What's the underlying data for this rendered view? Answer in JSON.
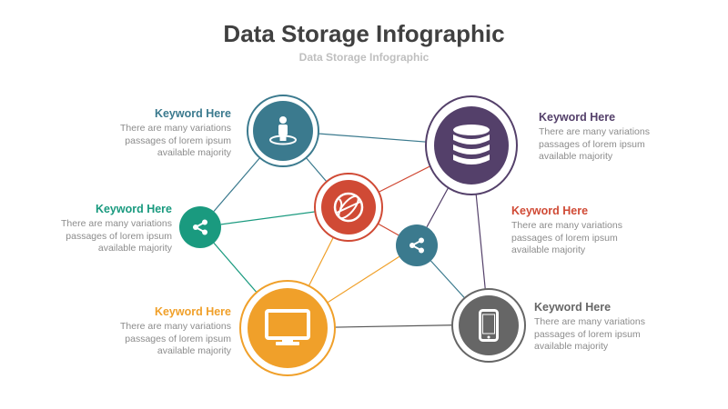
{
  "title": "Data Storage Infographic",
  "subtitle": "Data Storage Infographic",
  "colors": {
    "teal": "#3b7a8e",
    "green": "#1a9a7f",
    "orange": "#f0a02a",
    "purple": "#54406a",
    "red": "#d04a35",
    "gray": "#666666",
    "blue": "#3b7a8e"
  },
  "nodes": [
    {
      "id": "user",
      "icon": "user-icon",
      "color": "teal"
    },
    {
      "id": "share-left",
      "icon": "share-icon",
      "color": "green"
    },
    {
      "id": "monitor",
      "icon": "monitor-icon",
      "color": "orange"
    },
    {
      "id": "database",
      "icon": "database-icon",
      "color": "purple"
    },
    {
      "id": "globe",
      "icon": "globe-icon",
      "color": "red"
    },
    {
      "id": "share-center",
      "icon": "share-icon",
      "color": "blue"
    },
    {
      "id": "phone",
      "icon": "smartphone-icon",
      "color": "gray"
    }
  ],
  "keywords": [
    {
      "label": "Keyword Here",
      "color": "#3b7a8e",
      "lines": [
        "There are many variations",
        "passages of lorem ipsum",
        "available  majority"
      ]
    },
    {
      "label": "Keyword Here",
      "color": "#1a9a7f",
      "lines": [
        "There are many variations",
        "passages of lorem ipsum",
        "available  majority"
      ]
    },
    {
      "label": "Keyword Here",
      "color": "#f0a02a",
      "lines": [
        "There are many variations",
        "passages of lorem ipsum",
        "available  majority"
      ]
    },
    {
      "label": "Keyword Here",
      "color": "#54406a",
      "lines": [
        "There are many variations",
        "passages of lorem ipsum",
        "available  majority"
      ]
    },
    {
      "label": "Keyword Here",
      "color": "#d04a35",
      "lines": [
        "There are many variations",
        "passages of lorem ipsum",
        "available  majority"
      ]
    },
    {
      "label": "Keyword Here",
      "color": "#666666",
      "lines": [
        "There are many variations",
        "passages of lorem ipsum",
        "available  majority"
      ]
    }
  ]
}
